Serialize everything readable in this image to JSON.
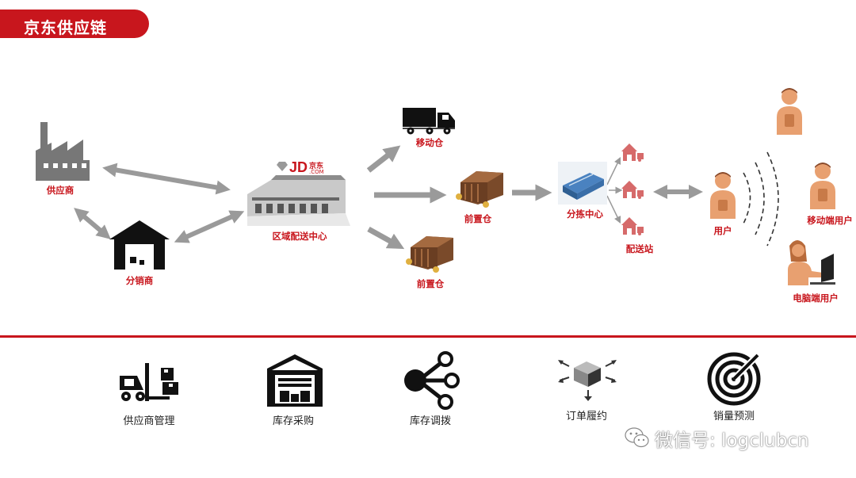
{
  "header": {
    "title": "京东供应链"
  },
  "nodes": {
    "supplier": "供应商",
    "distributor": "分销商",
    "rdc": "区域配送中心",
    "mobile_warehouse": "移动仓",
    "front_warehouse_1": "前置仓",
    "front_warehouse_2": "前置仓",
    "sorting_center": "分拣中心",
    "delivery_station": "配送站",
    "user": "用户",
    "mobile_user": "移动端用户",
    "pc_user": "电脑端用户"
  },
  "logo": {
    "jd": "JD",
    "cn": "京东",
    "com": ".COM"
  },
  "functions": [
    "供应商管理",
    "库存采购",
    "库存调拨",
    "订单履约",
    "销量预测"
  ],
  "watermark": {
    "text": "微信号: logclubcn"
  },
  "colors": {
    "brand_red": "#c8161d",
    "arrow_gray": "#9a9a9a",
    "icon_brown": "#7a4a2a",
    "person_orange": "#e8a070"
  }
}
